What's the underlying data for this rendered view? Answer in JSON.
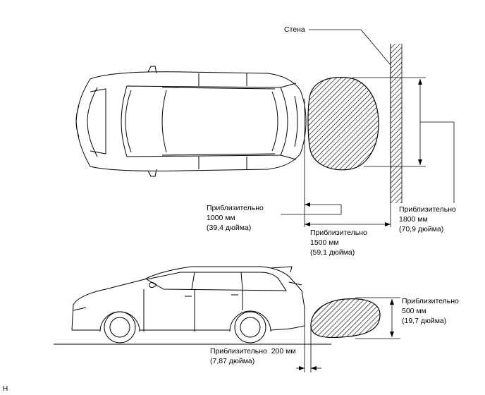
{
  "wall_label": "Стена",
  "top_view": {
    "dist_1000": {
      "line1": "Приблизительно",
      "line2": "1000 мм",
      "line3": "(39,4 дюйма)"
    },
    "dist_1500": {
      "line1": "Приблизительно",
      "line2": "1500 мм",
      "line3": "(59,1 дюйма)"
    },
    "width_1800": {
      "line1": "Приблизительно",
      "line2": "1800 мм",
      "line3": "(70,9 дюйма)"
    }
  },
  "side_view": {
    "height_500": {
      "line1": "Приблизительно",
      "line2": "500 мм",
      "line3": "(19,7 дюйма)"
    },
    "height_200": {
      "line1": "Приблизительно  200 мм",
      "line2": "(7,87 дюйма)"
    }
  },
  "corner_code": "H"
}
